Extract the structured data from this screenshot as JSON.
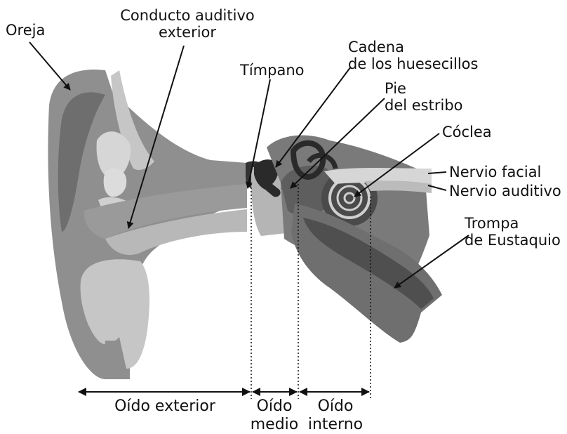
{
  "labels": {
    "oreja": "Oreja",
    "conducto": [
      "Conducto auditivo",
      "exterior"
    ],
    "timpano": "Tímpano",
    "cadena": [
      "Cadena",
      "de los huesecillos"
    ],
    "pie": [
      "Pie",
      "del estribo"
    ],
    "coclea": "Cóclea",
    "nervio_facial": "Nervio facial",
    "nervio_auditivo": "Nervio auditivo",
    "trompa": [
      "Trompa",
      "de Eustaquio"
    ]
  },
  "sections": {
    "exterior": "Oído exterior",
    "medio": [
      "Oído",
      "medio"
    ],
    "interno": [
      "Oído",
      "interno"
    ]
  },
  "colors": {
    "dark": "#6a6a6a",
    "mid": "#8f8f8f",
    "light": "#c6c6c6",
    "pale": "#dcdcdc",
    "ink": "#111111"
  }
}
